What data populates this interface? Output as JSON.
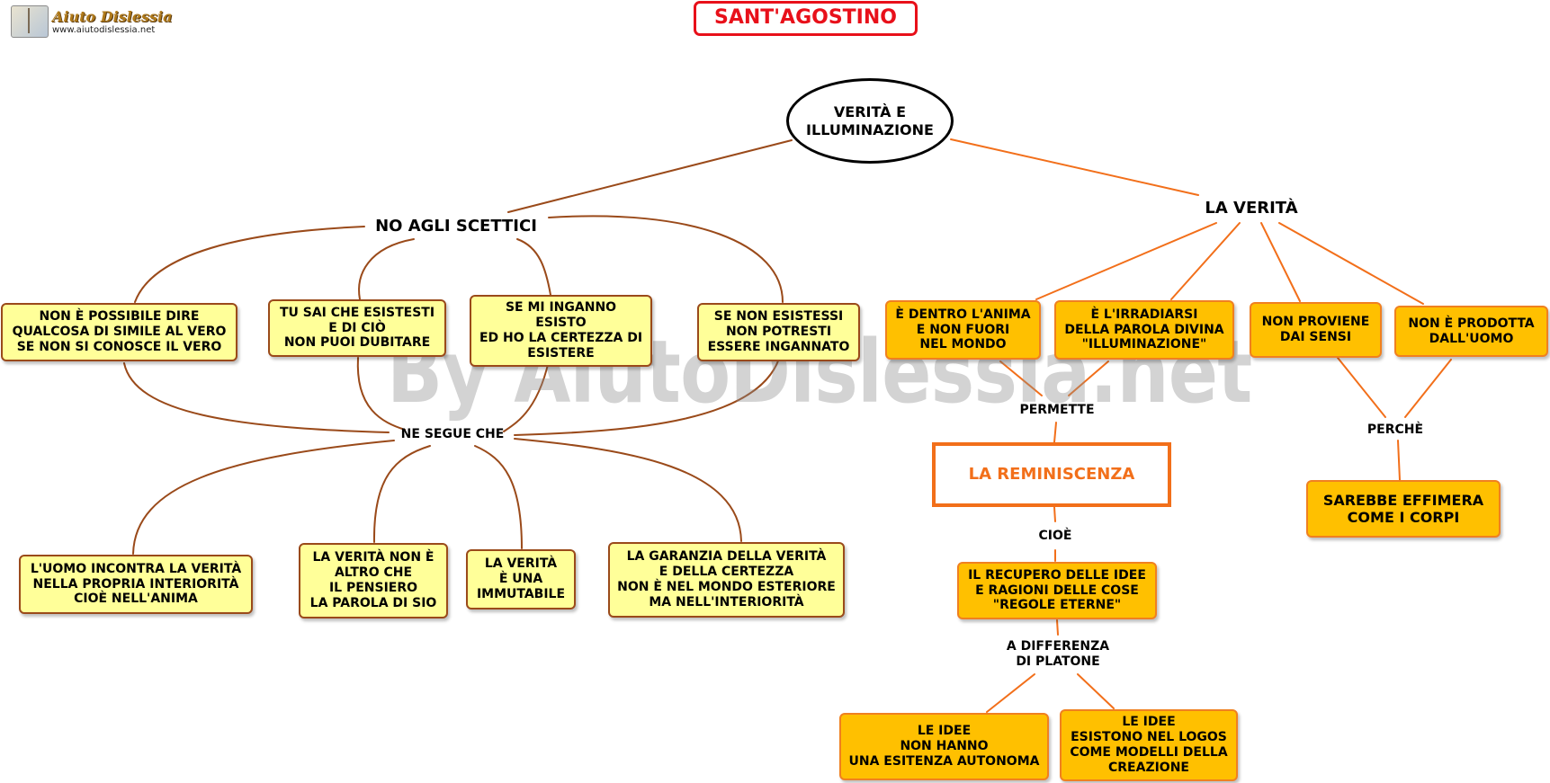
{
  "header": {
    "title": "SANT'AGOSTINO",
    "logo_name": "Aiuto Dislessia",
    "logo_url": "www.aiutodislessia.net",
    "watermark": "By AiutoDislessia.net"
  },
  "colors": {
    "title_red": "#e8101a",
    "left_link": "#9a4a1a",
    "right_link": "#f26f1a",
    "yellow_fill": "#ffff99",
    "orange_fill": "#ffc000"
  },
  "root": {
    "label": "VERITÀ E\nILLUMINAZIONE"
  },
  "left": {
    "branch_label": "NO AGLI SCETTICI",
    "premises": [
      "NON È POSSIBILE DIRE\nQUALCOSA DI SIMILE AL VERO\nSE NON SI CONOSCE IL VERO",
      "TU SAI CHE ESISTESTI\nE DI CIÒ\nNON PUOI DUBITARE",
      "SE MI INGANNO\nESISTO\nED HO LA CERTEZZA DI\nESISTERE",
      "SE NON ESISTESSI\nNON POTRESTI\nESSERE INGANNATO"
    ],
    "connector": "NE SEGUE CHE",
    "conclusions": [
      "L'UOMO INCONTRA LA VERITÀ\nNELLA PROPRIA INTERIORITÀ\nCIOÈ NELL'ANIMA",
      "LA VERITÀ NON È\nALTRO CHE\nIL PENSIERO\nLA PAROLA DI SIO",
      "LA VERITÀ\nÈ UNA\nIMMUTABILE",
      "LA GARANZIA DELLA VERITÀ\nE DELLA CERTEZZA\nNON È NEL MONDO ESTERIORE\nMA NELL'INTERIORITÀ"
    ]
  },
  "right": {
    "branch_label": "LA VERITÀ",
    "properties": [
      "È DENTRO L'ANIMA\nE NON FUORI\nNEL MONDO",
      "È L'IRRADIARSI\nDELLA PAROLA DIVINA\n\"ILLUMINAZIONE\"",
      "NON PROVIENE\nDAI SENSI",
      "NON È PRODOTTA\nDALL'UOMO"
    ],
    "link_permette": "PERMETTE",
    "reminiscenza": "LA REMINISCENZA",
    "link_cioe": "CIOÈ",
    "recupero": "IL RECUPERO DELLE IDEE\nE RAGIONI DELLE COSE\n\"REGOLE ETERNE\"",
    "link_differenza": "A DIFFERENZA\nDI PLATONE",
    "idee": [
      "LE IDEE\nNON HANNO\nUNA ESITENZA AUTONOMA",
      "LE IDEE\nESISTONO NEL LOGOS\nCOME MODELLI DELLA\nCREAZIONE"
    ],
    "link_perche": "PERCHÈ",
    "effimera": "SAREBBE EFFIMERA\nCOME I CORPI"
  }
}
